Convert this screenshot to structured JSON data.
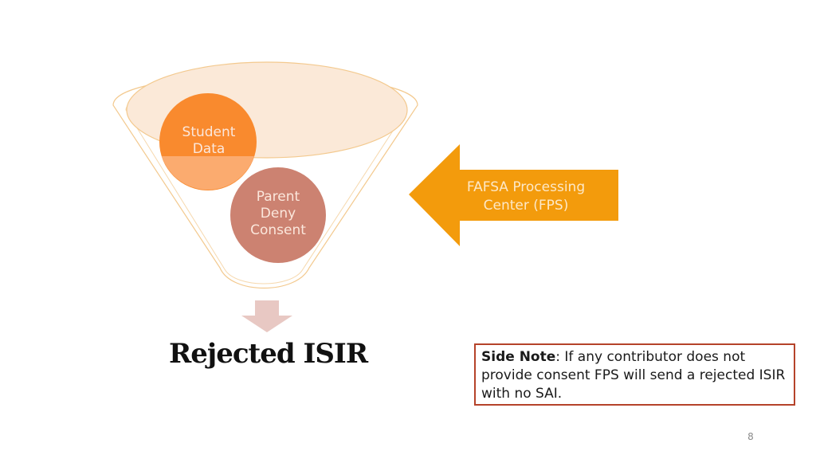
{
  "diagram": {
    "funnel_items": {
      "student_data": [
        "Student",
        "Data"
      ],
      "parent_deny_consent": [
        "Parent",
        "Deny",
        "Consent"
      ]
    },
    "processor": [
      "FAFSA Processing",
      "Center (FPS)"
    ],
    "result": "Rejected ISIR"
  },
  "side_note": {
    "label": "Side Note",
    "text": ": If any contributor does not provide consent FPS will send a rejected ISIR with no SAI."
  },
  "slide_number": "8",
  "colors": {
    "funnel_outline": "#f3c98e",
    "funnel_top_fill": "#fbe9d8",
    "student_circle": "#f98a2e",
    "parent_circle": "#cc8271",
    "fps_arrow": "#f39b0c",
    "down_arrow": "#e8c8c3",
    "note_border": "#b5432a"
  }
}
